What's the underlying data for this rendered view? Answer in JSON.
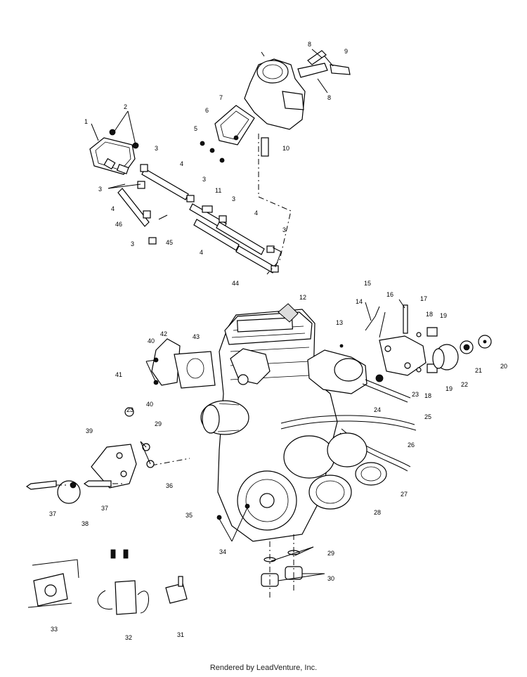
{
  "footer": "Rendered by LeadVenture, Inc.",
  "callouts": [
    {
      "id": "c1",
      "text": "1"
    },
    {
      "id": "c2",
      "text": "2"
    },
    {
      "id": "c3a",
      "text": "3"
    },
    {
      "id": "c3b",
      "text": "3"
    },
    {
      "id": "c3c",
      "text": "3"
    },
    {
      "id": "c3d",
      "text": "3"
    },
    {
      "id": "c3e",
      "text": "3"
    },
    {
      "id": "c3f",
      "text": "3"
    },
    {
      "id": "c4a",
      "text": "4"
    },
    {
      "id": "c4b",
      "text": "4"
    },
    {
      "id": "c4c",
      "text": "4"
    },
    {
      "id": "c4d",
      "text": "4"
    },
    {
      "id": "c5",
      "text": "5"
    },
    {
      "id": "c6",
      "text": "6"
    },
    {
      "id": "c7",
      "text": "7"
    },
    {
      "id": "c8a",
      "text": "8"
    },
    {
      "id": "c8b",
      "text": "8"
    },
    {
      "id": "c9",
      "text": "9"
    },
    {
      "id": "c10",
      "text": "10"
    },
    {
      "id": "c11",
      "text": "11"
    },
    {
      "id": "c12",
      "text": "12"
    },
    {
      "id": "c13",
      "text": "13"
    },
    {
      "id": "c14",
      "text": "14"
    },
    {
      "id": "c15",
      "text": "15"
    },
    {
      "id": "c16",
      "text": "16"
    },
    {
      "id": "c17",
      "text": "17"
    },
    {
      "id": "c18a",
      "text": "18"
    },
    {
      "id": "c18b",
      "text": "18"
    },
    {
      "id": "c19a",
      "text": "19"
    },
    {
      "id": "c19b",
      "text": "19"
    },
    {
      "id": "c20",
      "text": "20"
    },
    {
      "id": "c21",
      "text": "21"
    },
    {
      "id": "c22",
      "text": "22"
    },
    {
      "id": "c23a",
      "text": "23"
    },
    {
      "id": "c23b",
      "text": "23"
    },
    {
      "id": "c24",
      "text": "24"
    },
    {
      "id": "c25",
      "text": "25"
    },
    {
      "id": "c26",
      "text": "26"
    },
    {
      "id": "c27",
      "text": "27"
    },
    {
      "id": "c28",
      "text": "28"
    },
    {
      "id": "c29a",
      "text": "29"
    },
    {
      "id": "c29b",
      "text": "29"
    },
    {
      "id": "c30",
      "text": "30"
    },
    {
      "id": "c31",
      "text": "31"
    },
    {
      "id": "c32",
      "text": "32"
    },
    {
      "id": "c33",
      "text": "33"
    },
    {
      "id": "c34",
      "text": "34"
    },
    {
      "id": "c35",
      "text": "35"
    },
    {
      "id": "c36",
      "text": "36"
    },
    {
      "id": "c37a",
      "text": "37"
    },
    {
      "id": "c37b",
      "text": "37"
    },
    {
      "id": "c38",
      "text": "38"
    },
    {
      "id": "c39",
      "text": "39"
    },
    {
      "id": "c40a",
      "text": "40"
    },
    {
      "id": "c40b",
      "text": "40"
    },
    {
      "id": "c41",
      "text": "41"
    },
    {
      "id": "c42",
      "text": "42"
    },
    {
      "id": "c43",
      "text": "43"
    },
    {
      "id": "c44",
      "text": "44"
    },
    {
      "id": "c45",
      "text": "45"
    },
    {
      "id": "c46",
      "text": "46"
    }
  ]
}
